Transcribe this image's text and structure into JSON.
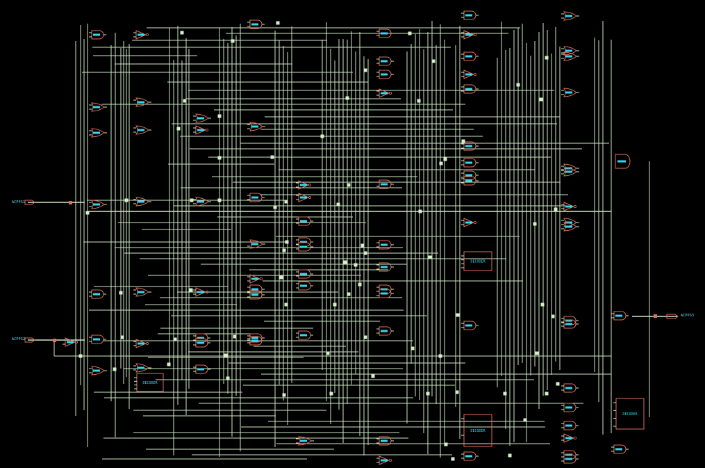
{
  "schematic": {
    "background": "#000000",
    "colors": {
      "wire": "#cfe8c6",
      "gate_outline": "#e0705a",
      "instance_label": "#35d7f0",
      "port_label": "#6fe3ff",
      "junction": "#d4f0c8"
    },
    "ports": {
      "input_a": {
        "label": "ACPPS1"
      },
      "input_b": {
        "label": "ACPPS2"
      },
      "output": {
        "label": "ACPPS3"
      }
    },
    "block_label": "DECODER"
  }
}
